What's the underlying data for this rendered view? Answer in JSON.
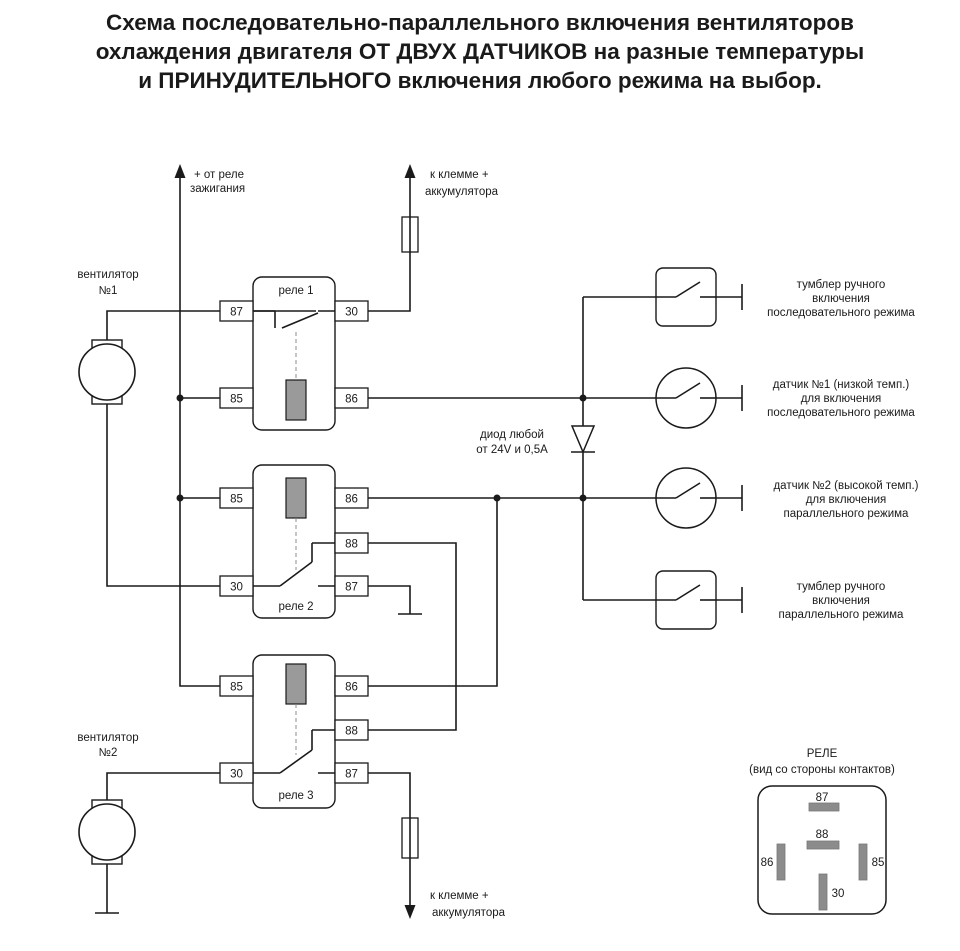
{
  "title": {
    "line1": "Схема последовательно-параллельного включения вентиляторов",
    "line2": "охлаждения двигателя ОТ ДВУХ ДАТЧИКОВ на разные температуры",
    "line3": "и ПРИНУДИТЕЛЬНОГО включения любого режима на выбор."
  },
  "labels": {
    "ignition_1": "+ от реле",
    "ignition_2": "зажигания",
    "battery_top_1": "к клемме +",
    "battery_top_2": "аккумулятора",
    "battery_bottom_1": "к клемме +",
    "battery_bottom_2": "аккумулятора",
    "fan1_1": "вентилятор",
    "fan1_2": "№1",
    "fan2_1": "вентилятор",
    "fan2_2": "№2",
    "relay1": "реле 1",
    "relay2": "реле 2",
    "relay3": "реле 3",
    "diode_1": "диод любой",
    "diode_2": "от 24V и 0,5А",
    "toggle_series_1": "тумблер ручного",
    "toggle_series_2": "включения",
    "toggle_series_3": "последовательного режима",
    "sensor1_1": "датчик №1 (низкой темп.)",
    "sensor1_2": "для включения",
    "sensor1_3": "последовательного режима",
    "sensor2_1": "датчик №2 (высокой темп.)",
    "sensor2_2": "для включения",
    "sensor2_3": "параллельного режима",
    "toggle_parallel_1": "тумблер ручного",
    "toggle_parallel_2": "включения",
    "toggle_parallel_3": "параллельного режима",
    "relay_view_1": "РЕЛЕ",
    "relay_view_2": "(вид со стороны контактов)"
  },
  "pins": {
    "p87": "87",
    "p30": "30",
    "p85": "85",
    "p86": "86",
    "p88": "88"
  }
}
